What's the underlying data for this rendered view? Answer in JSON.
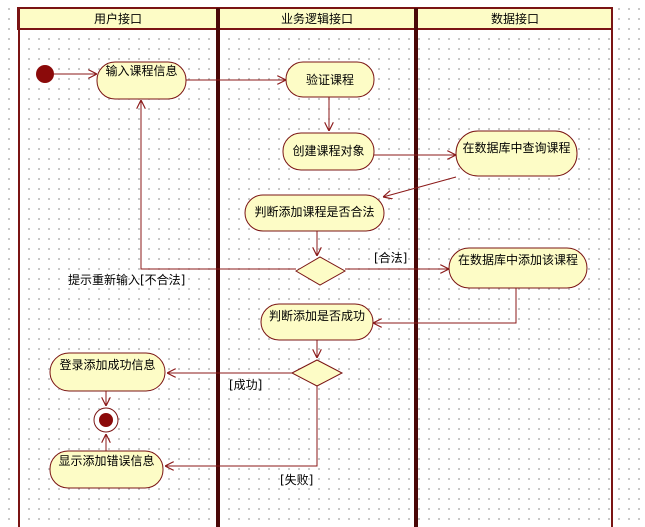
{
  "lanes": {
    "user": "用户接口",
    "logic": "业务逻辑接口",
    "data": "数据接口"
  },
  "nodes": {
    "input_course": "输入课程信息",
    "verify_course": "验证课程",
    "create_course_object": "创建课程对象",
    "query_course": "在数据库中查询课程",
    "judge_valid": "判断添加课程是否合法",
    "add_course": "在数据库中添加该课程",
    "judge_success": "判断添加是否成功",
    "login_success_info": "登录添加成功信息",
    "show_error_info": "显示添加错误信息"
  },
  "guards": {
    "invalid": "提示重新输入[不合法]",
    "valid": "[合法]",
    "success": "[成功]",
    "failure": "[失败]"
  },
  "colors": {
    "lane_header": "#fdfcc6",
    "node_fill": "#fdfcc6",
    "border": "#7a1414",
    "edge": "#8b1a1a",
    "initial_node": "#8b0a0a"
  }
}
